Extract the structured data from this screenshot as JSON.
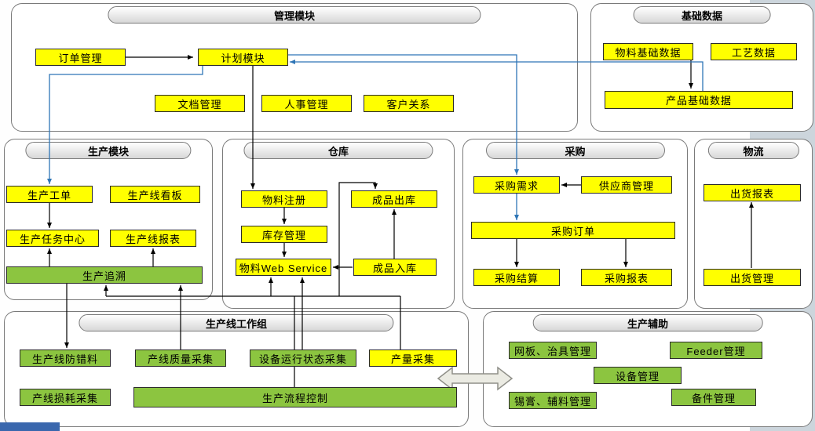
{
  "groups": {
    "management": "管理模块",
    "base_data": "基础数据",
    "production": "生产模块",
    "warehouse": "仓库",
    "purchasing": "采购",
    "logistics": "物流",
    "line_workgroup": "生产线工作组",
    "support": "生产辅助"
  },
  "nodes": {
    "order_mgmt": "订单管理",
    "plan_module": "计划模块",
    "doc_mgmt": "文档管理",
    "hr_mgmt": "人事管理",
    "customer_rel": "客户关系",
    "material_base_data": "物料基础数据",
    "process_data": "工艺数据",
    "product_base_data": "产品基础数据",
    "prod_workorder": "生产工单",
    "line_kanban": "生产线看板",
    "prod_task_center": "生产任务中心",
    "line_report": "生产线报表",
    "prod_trace": "生产追溯",
    "material_register": "物料注册",
    "finished_outbound": "成品出库",
    "inventory_mgmt": "库存管理",
    "material_webservice": "物料Web Service",
    "finished_inbound": "成品入库",
    "purchase_demand": "采购需求",
    "supplier_mgmt": "供应商管理",
    "purchase_order": "采购订单",
    "purchase_settle": "采购结算",
    "purchase_report": "采购报表",
    "ship_report": "出货报表",
    "ship_mgmt": "出货管理",
    "line_error_proof": "生产线防错料",
    "line_quality": "产线质量采集",
    "equip_status": "设备运行状态采集",
    "output_collect": "产量采集",
    "line_loss": "产线损耗采集",
    "process_control": "生产流程控制",
    "stencil_mgmt": "网板、治具管理",
    "feeder_mgmt": "Feeder管理",
    "equip_mgmt": "设备管理",
    "solder_mgmt": "锡膏、辅料管理",
    "spare_mgmt": "备件管理"
  },
  "colors": {
    "node_yellow": "#FFFF00",
    "node_green": "#8CC540",
    "connector_black": "#000000",
    "connector_blue": "#2E75B6",
    "side_strip": "#CCD5DC",
    "bottom_bar": "#3A67AD",
    "container_border": "#7A7A7A"
  }
}
